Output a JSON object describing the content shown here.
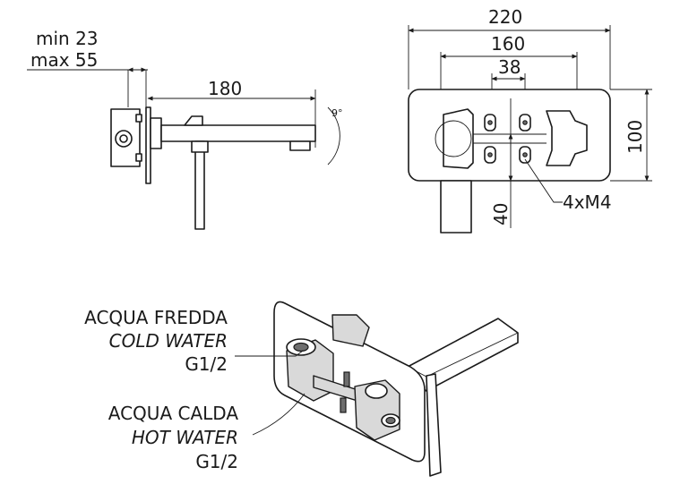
{
  "side_view": {
    "min_label": "min 23",
    "max_label": "max 55",
    "spout_length": "180",
    "angle": "9°"
  },
  "front_view": {
    "plate_width": "220",
    "spacing_outer": "160",
    "spacing_inner": "38",
    "plate_height": "100",
    "spout_offset": "40",
    "screws": "4xM4"
  },
  "callouts": {
    "cold": {
      "it": "ACQUA FREDDA",
      "en": "COLD WATER",
      "thread": "G1/2"
    },
    "hot": {
      "it": "ACQUA CALDA",
      "en": "HOT WATER",
      "thread": "G1/2"
    }
  }
}
